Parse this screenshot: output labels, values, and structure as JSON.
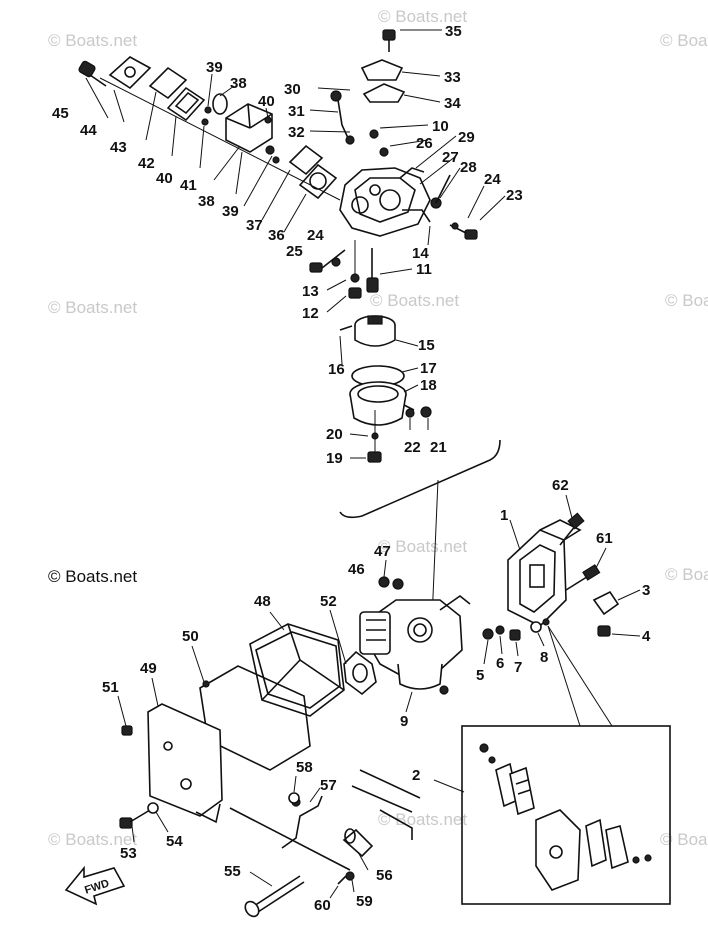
{
  "watermark": "© Boats.net",
  "fwd_label": "FWD",
  "part_numbers": [
    "1",
    "2",
    "3",
    "4",
    "5",
    "6",
    "7",
    "8",
    "9",
    "10",
    "11",
    "12",
    "13",
    "14",
    "15",
    "16",
    "17",
    "18",
    "19",
    "20",
    "21",
    "22",
    "23",
    "24",
    "25",
    "26",
    "27",
    "28",
    "29",
    "30",
    "31",
    "32",
    "33",
    "34",
    "35",
    "36",
    "37",
    "38",
    "39",
    "40",
    "41",
    "42",
    "43",
    "44",
    "45",
    "46",
    "47",
    "48",
    "49",
    "50",
    "51",
    "52",
    "53",
    "54",
    "55",
    "56",
    "57",
    "58",
    "59",
    "60",
    "61",
    "62"
  ]
}
